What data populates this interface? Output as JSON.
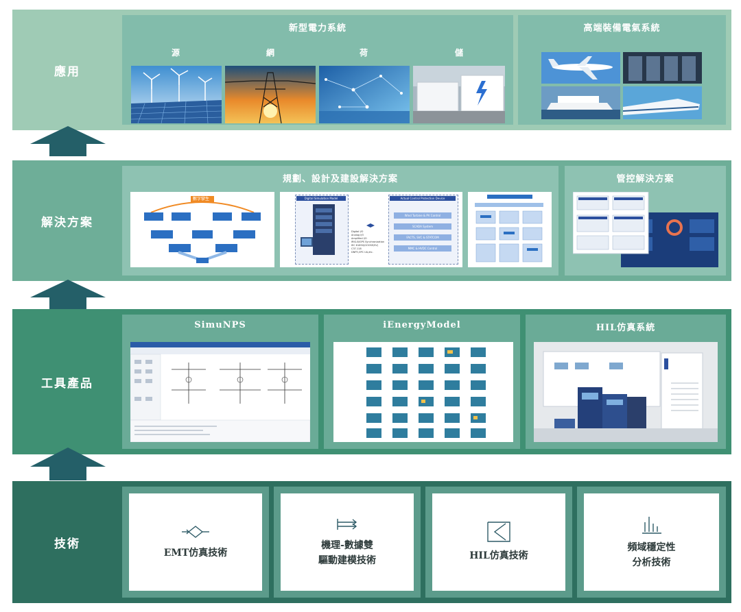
{
  "layers": {
    "application": {
      "label": "應用",
      "power": {
        "title": "新型電力系統",
        "items": [
          "源",
          "網",
          "荷",
          "儲"
        ]
      },
      "equipment": {
        "title": "高端裝備電氣系統"
      }
    },
    "solution": {
      "label": "解決方案",
      "planning": {
        "title": "規劃、設計及建設解決方案",
        "digital_twin_label": "數字孿生",
        "digital_sim_model": "Digital Simulation Model",
        "actual_device": "Actual Control Protection Device",
        "device_items": [
          "Wind Turbine & PV Control",
          "SCADA System",
          "FACTS, SVC & STATCOM",
          "MMC & HVDC Control"
        ],
        "signal_list": [
          "Digital I/O",
          "Analog I/O",
          "Amplified I/O",
          "IRIG-B/GPS Synchronization",
          "IEC 61850(GOOSE/SV)",
          "C37.118",
          "DNP3,OPC UA,etc."
        ]
      },
      "control": {
        "title": "管控解決方案"
      }
    },
    "tools": {
      "label": "工具產品",
      "products": [
        "SimuNPS",
        "iEnergyModel",
        "HIL仿真系統"
      ]
    },
    "technology": {
      "label": "技術",
      "items": [
        {
          "icon": "emt-waveform-icon",
          "label": "EMT仿真技術"
        },
        {
          "icon": "arrows-icon",
          "label": "機理-數據雙\n驅動建模技術"
        },
        {
          "icon": "hil-bracket-icon",
          "label": "HIL仿真技術"
        },
        {
          "icon": "bar-chart-icon",
          "label": "頻域穩定性\n分析技術"
        }
      ]
    }
  },
  "colors": {
    "app_bg": "#9fcbb5",
    "app_panel": "#82bcab",
    "sol_bg": "#6eae98",
    "sol_panel": "#8ec2b2",
    "tools_bg": "#3f9073",
    "tools_panel": "#6aab97",
    "tech_bg": "#2e6f5f",
    "tech_panel": "#5c9b8b",
    "arrow": "#245f68"
  }
}
